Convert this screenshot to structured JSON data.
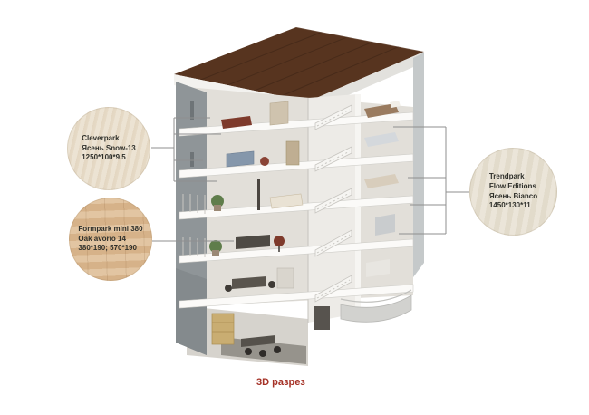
{
  "page": {
    "caption": "3D разрез"
  },
  "materials": {
    "cleverpark": {
      "lines": [
        "Cleverpark",
        "Ясень Snow-13",
        "1250*100*9.5"
      ]
    },
    "formpark": {
      "lines": [
        "Formpark mini 380",
        "Oak avorio 14",
        "380*190; 570*190"
      ]
    },
    "trendpark": {
      "lines": [
        "Trendpark",
        "Flow Editions",
        "Ясень Bianco",
        "1450*130*11"
      ]
    }
  },
  "colors": {
    "caption": "#a53126",
    "roof": "#57341f",
    "wall_gray": "#8f9598",
    "slab_white": "#fbfaf8",
    "swatch_cleverpark": "#e9dfcd",
    "swatch_formpark": "#ddbd98",
    "swatch_trendpark": "#e9e3d6"
  }
}
